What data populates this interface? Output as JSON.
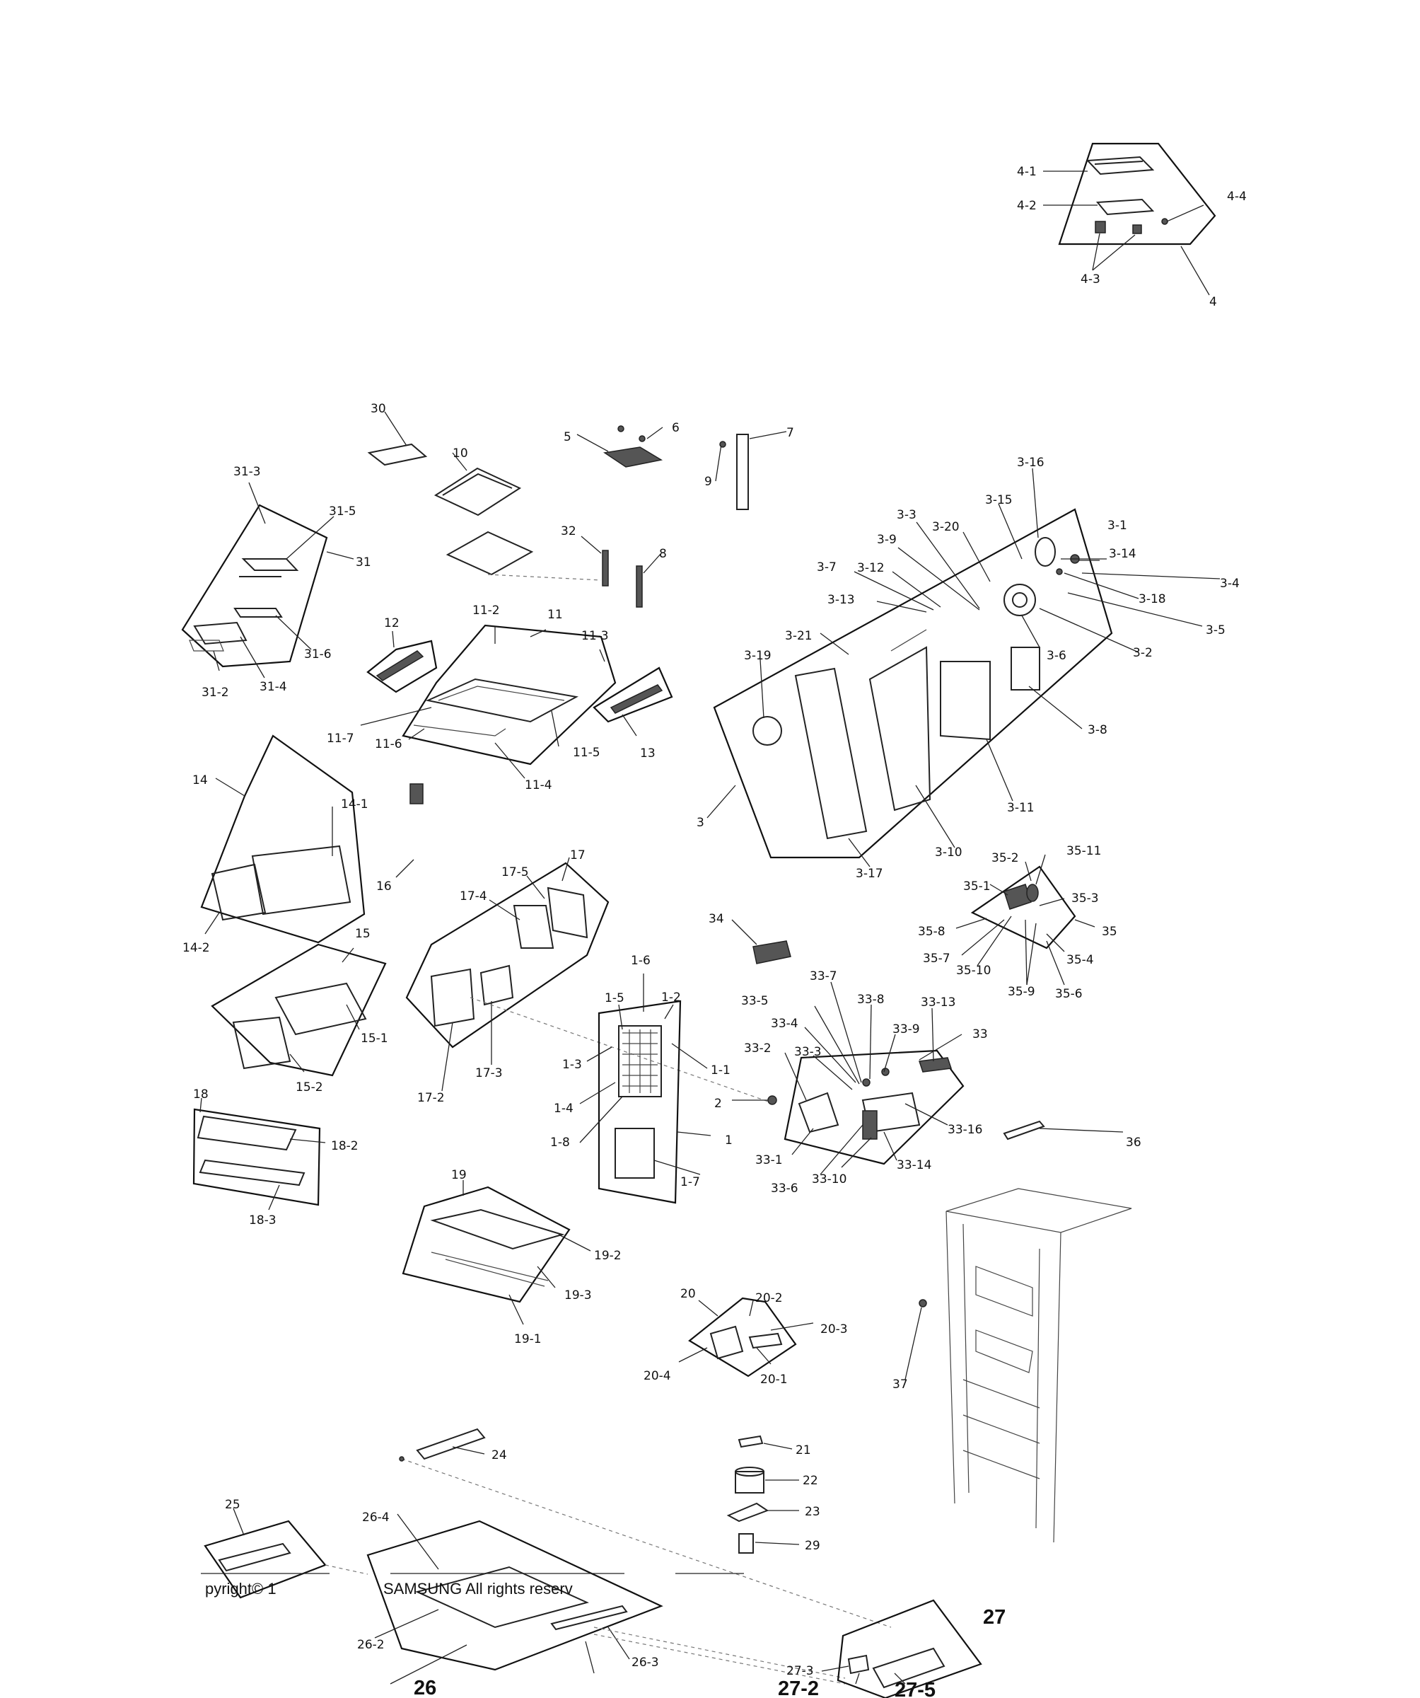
{
  "group_labels": {
    "g4": "4",
    "g3": "3",
    "g31": "31",
    "g11": "11",
    "g14": "14",
    "g15": "15",
    "g17": "17",
    "g18": "18",
    "g19": "19",
    "g1": "1",
    "g33": "33",
    "g35": "35",
    "g20": "20"
  },
  "part_labels": [
    {
      "id": "p4-1",
      "text": "4-1"
    },
    {
      "id": "p4-2",
      "text": "4-2"
    },
    {
      "id": "p4-3",
      "text": "4-3"
    },
    {
      "id": "p4-4",
      "text": "4-4"
    },
    {
      "id": "p30",
      "text": "30"
    },
    {
      "id": "p5",
      "text": "5"
    },
    {
      "id": "p6",
      "text": "6"
    },
    {
      "id": "p7",
      "text": "7"
    },
    {
      "id": "p9",
      "text": "9"
    },
    {
      "id": "p10",
      "text": "10"
    },
    {
      "id": "p32",
      "text": "32"
    },
    {
      "id": "p8",
      "text": "8"
    },
    {
      "id": "p31-3",
      "text": "31-3"
    },
    {
      "id": "p31-5",
      "text": "31-5"
    },
    {
      "id": "p31-6",
      "text": "31-6"
    },
    {
      "id": "p31-2",
      "text": "31-2"
    },
    {
      "id": "p31-4",
      "text": "31-4"
    },
    {
      "id": "p12",
      "text": "12"
    },
    {
      "id": "p11-2",
      "text": "11-2"
    },
    {
      "id": "p11-3",
      "text": "11-3"
    },
    {
      "id": "p11-7",
      "text": "11-7"
    },
    {
      "id": "p11-6",
      "text": "11-6"
    },
    {
      "id": "p11-5",
      "text": "11-5"
    },
    {
      "id": "p11-4",
      "text": "11-4"
    },
    {
      "id": "p13",
      "text": "13"
    },
    {
      "id": "p3-16",
      "text": "3-16"
    },
    {
      "id": "p3-15",
      "text": "3-15"
    },
    {
      "id": "p3-3",
      "text": "3-3"
    },
    {
      "id": "p3-20",
      "text": "3-20"
    },
    {
      "id": "p3-1",
      "text": "3-1"
    },
    {
      "id": "p3-9",
      "text": "3-9"
    },
    {
      "id": "p3-14",
      "text": "3-14"
    },
    {
      "id": "p3-4",
      "text": "3-4"
    },
    {
      "id": "p3-7",
      "text": "3-7"
    },
    {
      "id": "p3-12",
      "text": "3-12"
    },
    {
      "id": "p3-18",
      "text": "3-18"
    },
    {
      "id": "p3-13",
      "text": "3-13"
    },
    {
      "id": "p3-5",
      "text": "3-5"
    },
    {
      "id": "p3-21",
      "text": "3-21"
    },
    {
      "id": "p3-6",
      "text": "3-6"
    },
    {
      "id": "p3-2",
      "text": "3-2"
    },
    {
      "id": "p3-19",
      "text": "3-19"
    },
    {
      "id": "p3-8",
      "text": "3-8"
    },
    {
      "id": "p3-11",
      "text": "3-11"
    },
    {
      "id": "p3-10",
      "text": "3-10"
    },
    {
      "id": "p3-17",
      "text": "3-17"
    },
    {
      "id": "p14-1",
      "text": "14-1"
    },
    {
      "id": "p14-2",
      "text": "14-2"
    },
    {
      "id": "p16",
      "text": "16"
    },
    {
      "id": "p17-5",
      "text": "17-5"
    },
    {
      "id": "p17-4",
      "text": "17-4"
    },
    {
      "id": "p17-2",
      "text": "17-2"
    },
    {
      "id": "p17-3",
      "text": "17-3"
    },
    {
      "id": "p15-1",
      "text": "15-1"
    },
    {
      "id": "p15-2",
      "text": "15-2"
    },
    {
      "id": "p34",
      "text": "34"
    },
    {
      "id": "p35-2",
      "text": "35-2"
    },
    {
      "id": "p35-11",
      "text": "35-11"
    },
    {
      "id": "p35-1",
      "text": "35-1"
    },
    {
      "id": "p35-3",
      "text": "35-3"
    },
    {
      "id": "p35-8",
      "text": "35-8"
    },
    {
      "id": "p35-7",
      "text": "35-7"
    },
    {
      "id": "p35-10",
      "text": "35-10"
    },
    {
      "id": "p35-4",
      "text": "35-4"
    },
    {
      "id": "p35-9",
      "text": "35-9"
    },
    {
      "id": "p35-6",
      "text": "35-6"
    },
    {
      "id": "p1-6",
      "text": "1-6"
    },
    {
      "id": "p1-5",
      "text": "1-5"
    },
    {
      "id": "p1-2",
      "text": "1-2"
    },
    {
      "id": "p1-3",
      "text": "1-3"
    },
    {
      "id": "p1-1",
      "text": "1-1"
    },
    {
      "id": "p1-4",
      "text": "1-4"
    },
    {
      "id": "p1-8",
      "text": "1-8"
    },
    {
      "id": "p1-7",
      "text": "1-7"
    },
    {
      "id": "p2",
      "text": "2"
    },
    {
      "id": "p33-7",
      "text": "33-7"
    },
    {
      "id": "p33-5",
      "text": "33-5"
    },
    {
      "id": "p33-8",
      "text": "33-8"
    },
    {
      "id": "p33-13",
      "text": "33-13"
    },
    {
      "id": "p33-4",
      "text": "33-4"
    },
    {
      "id": "p33-9",
      "text": "33-9"
    },
    {
      "id": "p33-2",
      "text": "33-2"
    },
    {
      "id": "p33-3",
      "text": "33-3"
    },
    {
      "id": "p33-16",
      "text": "33-16"
    },
    {
      "id": "p33-1",
      "text": "33-1"
    },
    {
      "id": "p33-14",
      "text": "33-14"
    },
    {
      "id": "p33-10",
      "text": "33-10"
    },
    {
      "id": "p33-6",
      "text": "33-6"
    },
    {
      "id": "p36",
      "text": "36"
    },
    {
      "id": "p18-2",
      "text": "18-2"
    },
    {
      "id": "p18-3",
      "text": "18-3"
    },
    {
      "id": "p19-2",
      "text": "19-2"
    },
    {
      "id": "p19-3",
      "text": "19-3"
    },
    {
      "id": "p19-1",
      "text": "19-1"
    },
    {
      "id": "p20-2",
      "text": "20-2"
    },
    {
      "id": "p20-3",
      "text": "20-3"
    },
    {
      "id": "p20-4",
      "text": "20-4"
    },
    {
      "id": "p20-1",
      "text": "20-1"
    },
    {
      "id": "p37",
      "text": "37"
    },
    {
      "id": "p24",
      "text": "24"
    },
    {
      "id": "p21",
      "text": "21"
    },
    {
      "id": "p22",
      "text": "22"
    },
    {
      "id": "p23",
      "text": "23"
    },
    {
      "id": "p29",
      "text": "29"
    },
    {
      "id": "p25",
      "text": "25"
    },
    {
      "id": "p26-4",
      "text": "26-4"
    },
    {
      "id": "p26-2",
      "text": "26-2"
    },
    {
      "id": "p26-3",
      "text": "26-3"
    },
    {
      "id": "p27-3",
      "text": "27-3"
    }
  ],
  "bold_labels": {
    "b26": "26",
    "b27": "27",
    "b27-2": "27-2",
    "b27-5": "27-5"
  },
  "copyright": {
    "left_fragment": "pyright© 1",
    "right_fragment": "SAMSUNG  All rights reserv"
  }
}
